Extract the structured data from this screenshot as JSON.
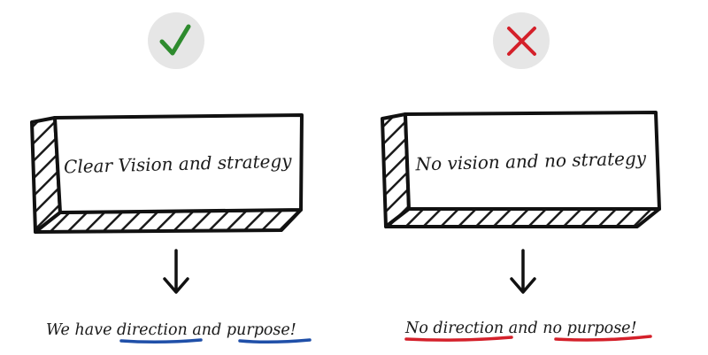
{
  "panels": [
    {
      "status_icon": "check-icon",
      "status_color": "#2e8b2e",
      "box_text": "Clear Vision and strategy",
      "outcome": {
        "prefix": "We have",
        "word1": "direction",
        "middle": "and",
        "word2": "purpose!",
        "underline_color": "#1f4fa8"
      }
    },
    {
      "status_icon": "cross-icon",
      "status_color": "#d4202a",
      "box_text": "No vision and no strategy",
      "outcome": {
        "word1": "No direction",
        "middle": "and",
        "word2": "no purpose!",
        "underline_color": "#d4202a"
      }
    }
  ]
}
